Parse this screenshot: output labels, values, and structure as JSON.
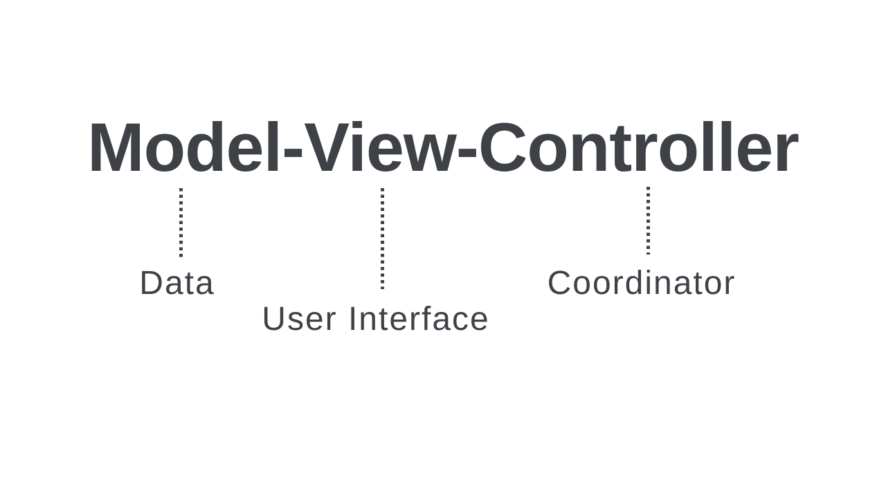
{
  "colors": {
    "background": "#ffffff",
    "ink": "#3e4247"
  },
  "diagram": {
    "title": "Model-View-Controller",
    "annotations": [
      {
        "component": "Model",
        "text": "Data"
      },
      {
        "component": "View",
        "text": "User Interface"
      },
      {
        "component": "Controller",
        "text": "Coordinator"
      }
    ]
  }
}
